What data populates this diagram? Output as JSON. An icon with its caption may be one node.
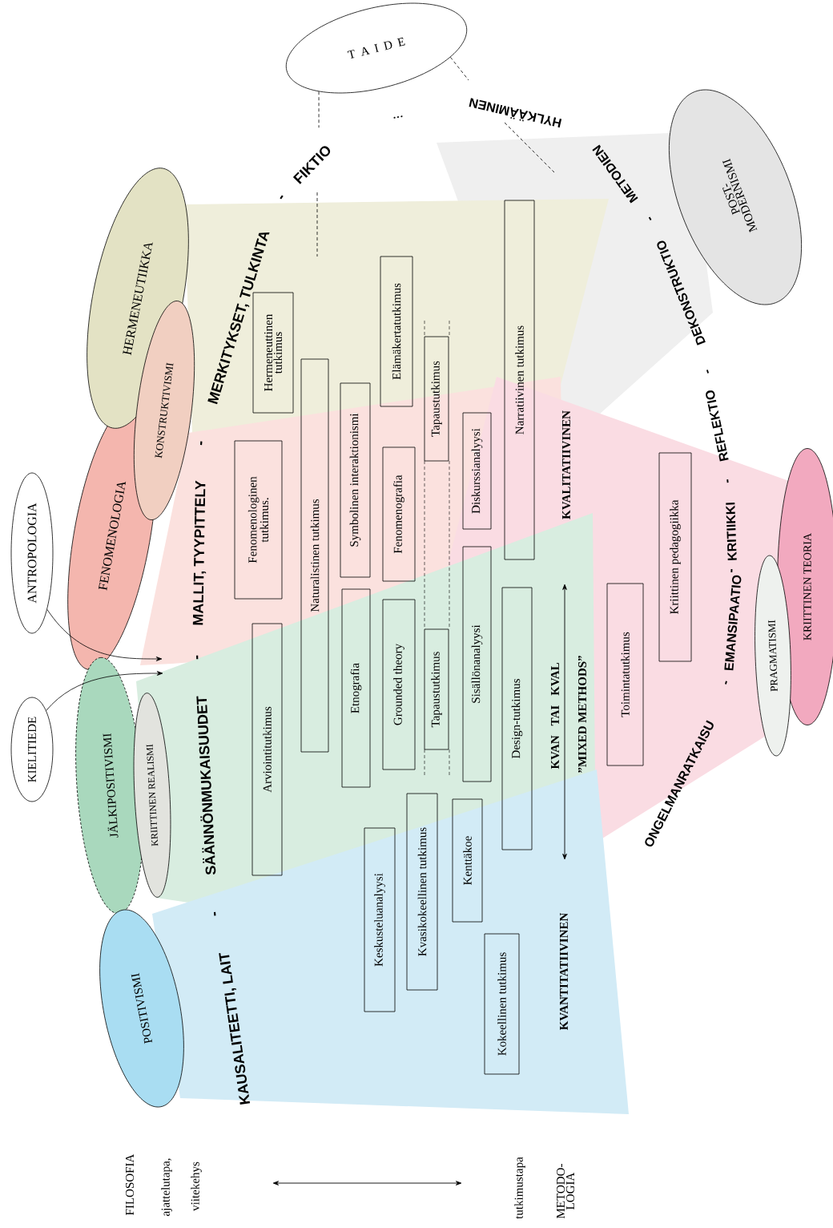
{
  "diagram": {
    "nodes": [
      {
        "text": [
          "T A I D E"
        ]
      },
      {
        "text": [
          "HERMENEUTIIKKA"
        ]
      },
      {
        "text": [
          "KONSTRUKTIVISMI"
        ]
      },
      {
        "text": [
          "ANTROPOLOGIA"
        ]
      },
      {
        "text": [
          "FENOMENOLOGIA"
        ]
      },
      {
        "text": [
          "KIELITIEDE"
        ]
      },
      {
        "text": [
          "JÄLKIPOSITIVISMI"
        ]
      },
      {
        "text": [
          "KRIITTINEN REALISMI"
        ]
      },
      {
        "text": [
          "POSITIVISMI"
        ]
      },
      {
        "text": [
          "POST- MODERNISMI"
        ]
      },
      {
        "text": [
          "KRIITTINEN TEORIA"
        ]
      },
      {
        "text": [
          "PRAGMATISMI"
        ]
      },
      {
        "text": [
          "Hermeneuttinen tutkimus"
        ]
      },
      {
        "text": [
          "Elämäkertatutkimus"
        ]
      },
      {
        "text": [
          "Narratiivinen tutkimus"
        ]
      },
      {
        "text": [
          "Naturalistinen tutkimus"
        ]
      },
      {
        "text": [
          "Symbolinen interaktionismi"
        ]
      },
      {
        "text": [
          "Tapaustutkimus"
        ]
      },
      {
        "text": [
          "Fenomenologinen tutkimus."
        ]
      },
      {
        "text": [
          "Fenomenografia"
        ]
      },
      {
        "text": [
          "Diskurssianalyysi"
        ]
      },
      {
        "text": [
          "Arviointitutkimus"
        ]
      },
      {
        "text": [
          "Etnografia"
        ]
      },
      {
        "text": [
          "Grounded theory"
        ]
      },
      {
        "text": [
          "Tapaustutkimus"
        ]
      },
      {
        "text": [
          "Sisällönanalyysi"
        ]
      },
      {
        "text": [
          "Design-tutkimus"
        ]
      },
      {
        "text": [
          "Keskusteluanalyysi"
        ]
      },
      {
        "text": [
          "Kvasikokeellinen tutkimus"
        ]
      },
      {
        "text": [
          "Kenttäkoe"
        ]
      },
      {
        "text": [
          "Kokeellinen tutkimus"
        ]
      },
      {
        "text": [
          "Toimintatutkimus"
        ]
      },
      {
        "text": [
          "Kriittinen pedagogiikka"
        ]
      }
    ],
    "edges": [
      {
        "from": 5,
        "to": null,
        "arrow": "to"
      },
      {
        "from": 3,
        "to": null,
        "arrow": "to"
      },
      {
        "from": 0,
        "to": null,
        "arrow": "none",
        "style": "dashed"
      },
      {
        "from": 0,
        "to": null,
        "arrow": "none",
        "style": "dashed"
      }
    ],
    "labels": [
      "KAUSALITEETTI, LAIT",
      "-",
      "SÄÄNNÖNMUKAISUUDET",
      "-",
      "MALLIT, TYYPITTELY",
      "-",
      "MERKITYKSET, TULKINTA",
      "-",
      "FIKTIO",
      "ONGELMANRATKAISU",
      "-",
      "EMANSIPAATIO",
      "-",
      "KRITIIKKI",
      "-",
      "REFLEKTIO",
      "-",
      "DEKONSTRUKTIO",
      "-",
      "METODIEN",
      "HYLKÄÄMINEN",
      "...",
      "KVALITATIIVINEN",
      "KVAN TAI KVAL",
      "”MIXED METHODS”",
      "KVANTITATIIVINEN",
      "FILOSOFIA",
      "ajattelutapa,",
      "viitekehys",
      "tutkimustapa",
      "METODO- LOGIA"
    ]
  }
}
